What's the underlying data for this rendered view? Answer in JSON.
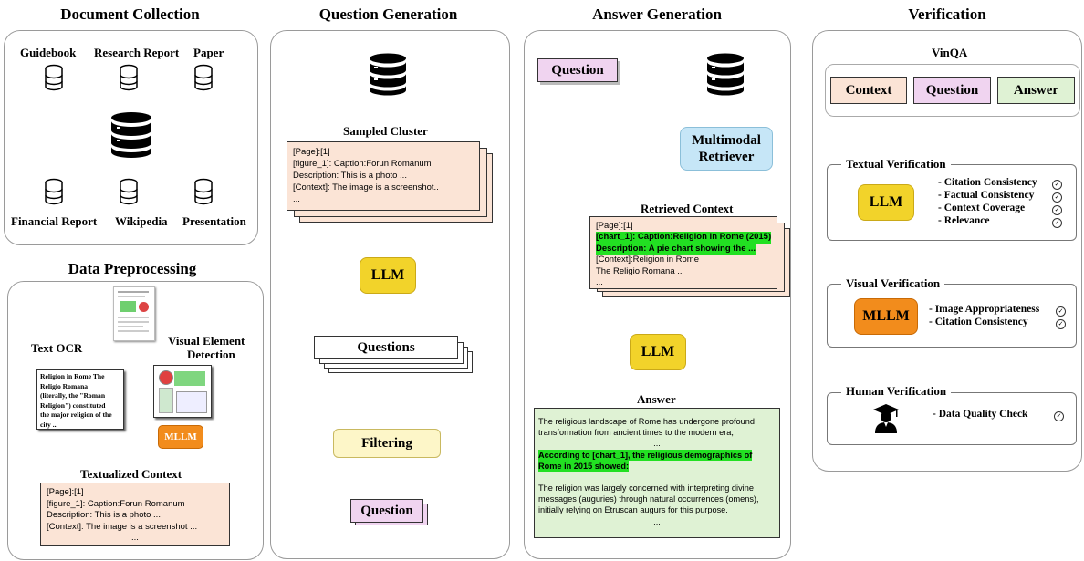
{
  "sections": {
    "doc_collection": "Document Collection",
    "question_generation": "Question Generation",
    "answer_generation": "Answer Generation",
    "verification": "Verification",
    "data_preprocessing": "Data Preprocessing"
  },
  "collection": {
    "guidebook": "Guidebook",
    "research_report": "Research Report",
    "paper": "Paper",
    "financial_report": "Financial Report",
    "wikipedia": "Wikipedia",
    "presentation": "Presentation"
  },
  "preprocessing": {
    "text_ocr": "Text OCR",
    "visual_detection_1": "Visual Element",
    "visual_detection_2": "Detection",
    "ocr_lines": [
      "Religion in Rome  The",
      "Religio Romana",
      "(literally, the \"Roman",
      "Religion\") constituted",
      "the major religion of the",
      "city ..."
    ],
    "mllm": "MLLM",
    "textualized_context": "Textualized Context",
    "context_lines": [
      "[Page]:[1]",
      "[figure_1]: Caption:Forun Romanum",
      "Description: This is a photo ...",
      "[Context]: The image is a screenshot  ...",
      "..."
    ]
  },
  "question_gen": {
    "sampled_cluster": "Sampled Cluster",
    "cluster_lines": [
      "[Page]:[1]",
      "[figure_1]: Caption:Forun Romanum",
      "Description: This is a photo ...",
      "[Context]: The image is a screenshot..",
      "..."
    ],
    "llm": "LLM",
    "questions": "Questions",
    "filtering": "Filtering",
    "question": "Question"
  },
  "answer_gen": {
    "question": "Question",
    "retriever_1": "Multimodal",
    "retriever_2": "Retriever",
    "retrieved_context": "Retrieved Context",
    "retrieved_lines": [
      "[Page]:[1]",
      "[chart_1]: Caption:Religion in Rome (2015)",
      "Description: A pie chart showing the ...",
      "[Context]:Religion in Rome",
      "The Religio Romana ..",
      "..."
    ],
    "llm": "LLM",
    "answer": "Answer",
    "answer_lines": [
      "The religious landscape of Rome has undergone profound",
      "transformation from ancient times to the modern era,",
      "...",
      "According to [chart_1], the religious demographics of",
      "Rome in 2015 showed:",
      "",
      "The religion was largely concerned with interpreting divine",
      "messages (auguries) through natural occurrences (omens),",
      "initially relying on Etruscan augurs for this purpose.",
      "..."
    ]
  },
  "verification": {
    "vinqa": "VinQA",
    "context": "Context",
    "question": "Question",
    "answer": "Answer",
    "textual": "Textual Verification",
    "llm": "LLM",
    "textual_items": [
      "- Citation Consistency",
      "- Factual Consistency",
      "- Context Coverage",
      "- Relevance"
    ],
    "visual": "Visual Verification",
    "mllm": "MLLM",
    "visual_items": [
      "- Image Appropriateness",
      "- Citation Consistency"
    ],
    "human": "Human Verification",
    "human_items": [
      "- Data Quality Check"
    ],
    "check_glyph": "✓"
  },
  "colors": {
    "llm": "#f2d32a",
    "mllm": "#f28c1c",
    "doc": "#fbe4d6",
    "question": "#f0d4f0",
    "answer": "#dff2d4",
    "filter": "#fdf6c8",
    "retriever": "#c6e6f7",
    "highlight": "#22e022"
  }
}
